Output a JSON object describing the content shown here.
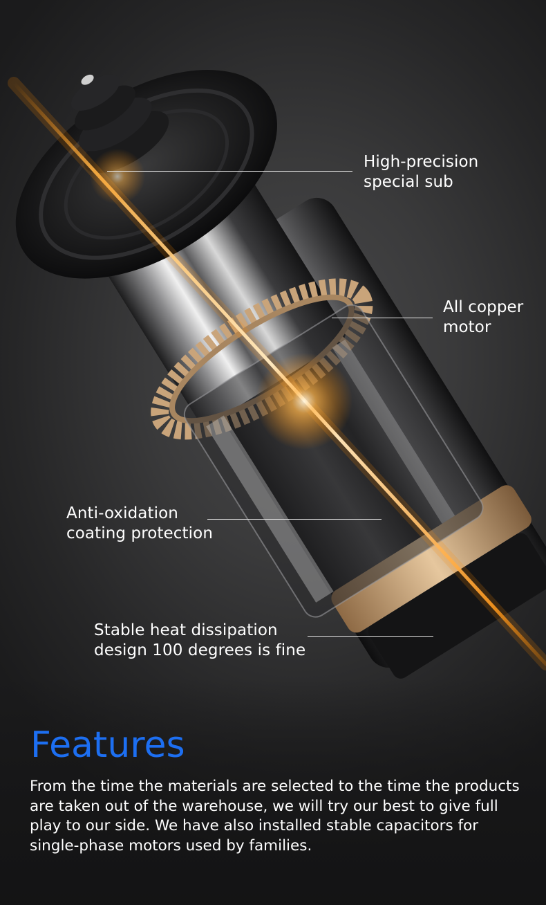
{
  "callouts": [
    {
      "id": "high-precision",
      "text": "High-precision\nspecial sub"
    },
    {
      "id": "all-copper",
      "text": "All copper\nmotor"
    },
    {
      "id": "anti-oxidation",
      "text": "Anti-oxidation\ncoating protection"
    },
    {
      "id": "heat-dissipation",
      "text": "Stable heat dissipation\ndesign 100 degrees is fine"
    }
  ],
  "features": {
    "title": "Features",
    "description": "From the time the materials are selected to the time the products are taken out of the warehouse, we will try our best to give full play to our side. We have also installed stable capacitors for single-phase motors used by families."
  },
  "colors": {
    "accent": "#1d6ff2",
    "glow": "#ff9a1f",
    "background": "#2e2e2f",
    "copper": "#c9a47a"
  }
}
